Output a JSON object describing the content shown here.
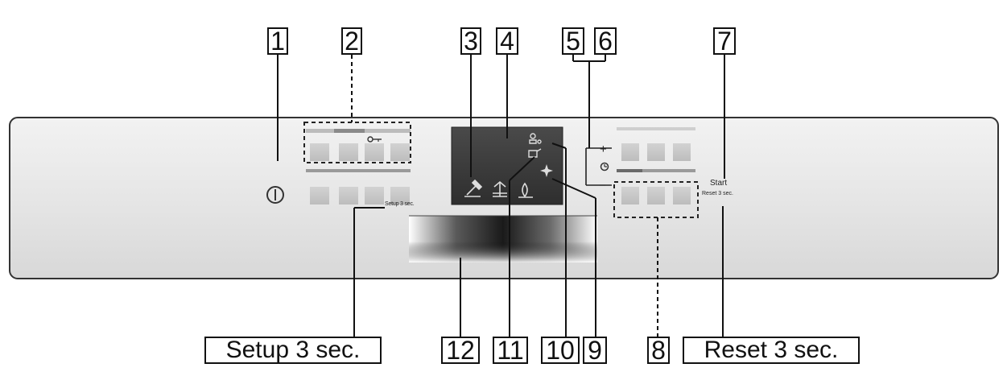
{
  "callouts": {
    "c1": "1",
    "c2": "2",
    "c3": "3",
    "c4": "4",
    "c5": "5",
    "c6": "6",
    "c7": "7",
    "c8": "8",
    "c9": "9",
    "c10": "10",
    "c11": "11",
    "c12": "12"
  },
  "bottom_labels": {
    "setup": "Setup 3 sec.",
    "reset": "Reset 3 sec."
  },
  "panel_text": {
    "setup_small": "Setup 3 sec.",
    "start": "Start",
    "reset_small": "Reset 3 sec.",
    "plus": "+",
    "minus": "−"
  },
  "icons": [
    "power-icon",
    "key-lock-icon",
    "timer-icon",
    "brush-icon",
    "spray-icon",
    "salt-icon",
    "rinse-aid-icon",
    "water-icon",
    "sparkle-icon"
  ]
}
